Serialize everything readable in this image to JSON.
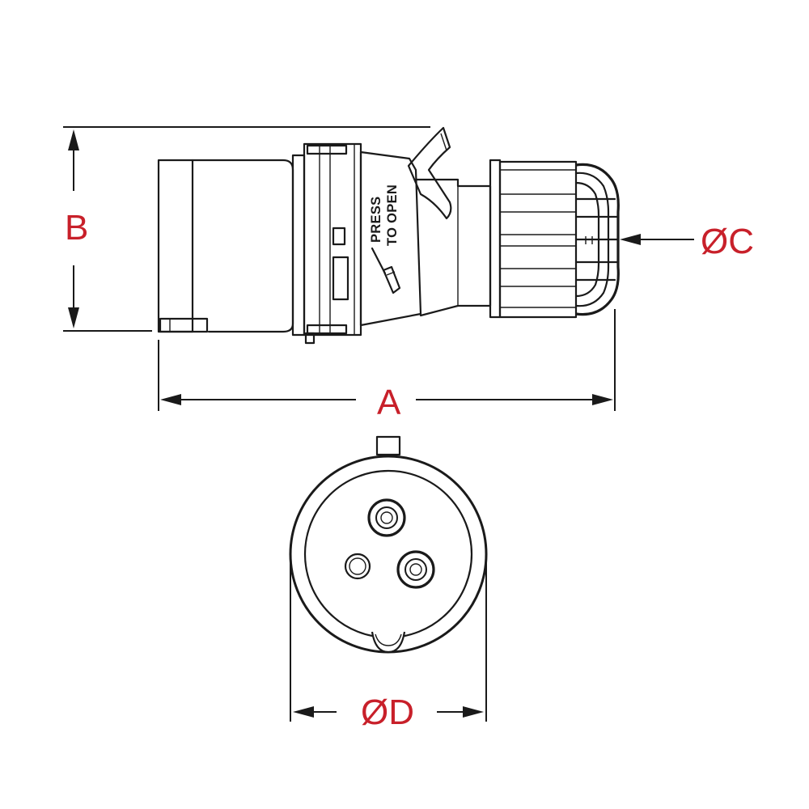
{
  "colors": {
    "label": "#c8202a",
    "line": "#1a1a1a",
    "background": "#ffffff"
  },
  "dimensions": {
    "a": "A",
    "b": "B",
    "c": "ØC",
    "d": "ØD"
  },
  "connector_text": {
    "line1": "PRESS",
    "line2": "TO OPEN"
  },
  "icons": [
    "screwdriver-icon"
  ]
}
